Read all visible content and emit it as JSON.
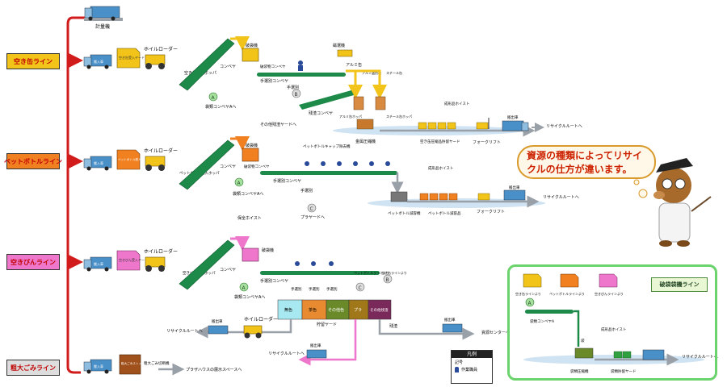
{
  "lines": {
    "can": "空き缶ライン",
    "pet": "ペットボトルライン",
    "bottle": "空きびんライン",
    "bulky": "粗大ごみライン"
  },
  "speech_bubble": "資源の種類によってリサイクルの仕方が違います。",
  "labels": {
    "scale": "計量機",
    "loader": "ホイルローダー",
    "loader2": "ホイルローダー",
    "can_yard": "空き缶受入ヤード",
    "pet_yard": "ペットボトル受入ヤード",
    "bottle_yard": "空きびん受入ヤード",
    "bulky_yard": "粗大ごみストックヤード",
    "receive_hopper": "空き缶受入ホッパ",
    "pet_receive_hopper": "ペットボトル受入ホッパ",
    "bottle_receive_hopper": "空きびん受入ホッパ",
    "conveyor": "コンベヤ",
    "crusher": "破袋機",
    "crusher_conv": "破袋物コンベヤ",
    "hand_sort_conv": "手選別コンベヤ",
    "hand_sort": "手選別",
    "to_crusher_conv": "袋類コンベヤAへ",
    "to_crusher_conv2": "袋類コンベヤAへ",
    "to_crusher_conv3": "袋類コンベヤAへ",
    "other_residue": "その他残渣ヤードへ",
    "residue_conv": "残渣コンベヤ",
    "magnet": "磁選機",
    "aluminum_sorter": "アルミ選別機",
    "aluminum": "アルミ缶",
    "aluminum_hopper": "アルミ缶ホッパ",
    "steel": "スチール缶",
    "steel_hopper": "スチール缶ホッパ",
    "metal_press": "金属圧縮機",
    "storage_yard": "空き缶圧縮品貯留ヤード",
    "hoist": "成形品ホイスト",
    "forklift": "フォークリフト",
    "garbage_truck": "搬出車",
    "to_recycle": "リサイクルルートへ",
    "pet_cap": "ペットボトルキャップ除去機",
    "pet_press": "ペットボトル減容機",
    "pet_storage": "ペットボトル減容品",
    "to_plastic": "プラヤードへ",
    "lift_hoist": "保全ホイスト",
    "bin_colorless": "無色",
    "bin_brown": "茶色",
    "bin_other": "その他色",
    "bin_plastic": "プラ",
    "bin_residue": "その他残渣",
    "storage_bins_label": "貯留ヤード",
    "from_pet_line": "ペットボトルラインより",
    "from_bottle_line": "空きびんラインより",
    "residue": "残渣",
    "delivery_truck": "搬出車",
    "to_center": "資源センターへ",
    "to_plastic_space": "プラザハウスの展示スペースへ",
    "cut_machine": "粗大ごみ切断機",
    "truck_label": "搬入車",
    "crusher_line_title": "破袋袋機ライン",
    "from_can": "空き缶ラインより",
    "from_pet": "ペットボトルラインより",
    "from_bottle": "空きびんラインより",
    "crusher_conv_a": "袋類コンベヤA",
    "bag": "袋",
    "bag_press": "袋類圧縮機",
    "bag_storage": "袋類貯留ヤード",
    "legend_title": "凡例",
    "legend_symbol": "記号",
    "legend_worker": "作業職員",
    "marker_a": "A",
    "marker_b": "B",
    "marker_c": "C"
  },
  "colors": {
    "line_can": "#f2c318",
    "line_pet": "#f08020",
    "line_bottle": "#ee77cc",
    "line_bulky": "#888888",
    "belt": "#1e8a4a",
    "route_red": "#d21c1c",
    "route_gray": "#9aa0a8",
    "route_pink": "#ee77cc"
  }
}
